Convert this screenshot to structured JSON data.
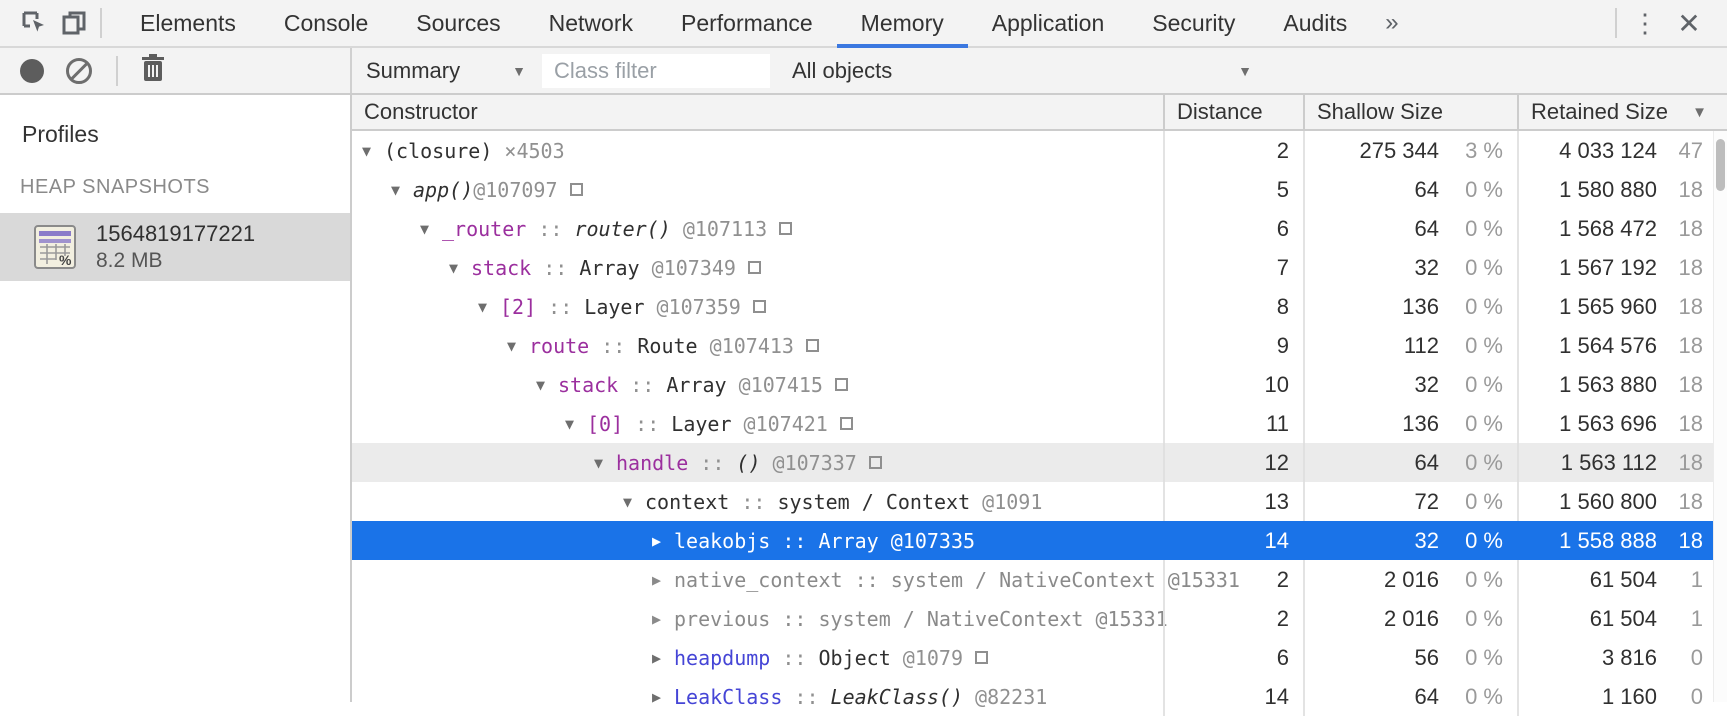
{
  "colors": {
    "tab_accent": "#3b78e0",
    "selection_bg": "#1a73e8",
    "hover_bg": "#ebebeb",
    "purple_name": "#9b2f9e",
    "blue_name": "#4545d6",
    "gray_dim": "#8a8a8a",
    "sidebar_selected_bg": "#d9d9d9"
  },
  "tabbar": {
    "tabs": [
      {
        "label": "Elements",
        "active": false
      },
      {
        "label": "Console",
        "active": false
      },
      {
        "label": "Sources",
        "active": false
      },
      {
        "label": "Network",
        "active": false
      },
      {
        "label": "Performance",
        "active": false
      },
      {
        "label": "Memory",
        "active": true
      },
      {
        "label": "Application",
        "active": false
      },
      {
        "label": "Security",
        "active": false
      },
      {
        "label": "Audits",
        "active": false
      }
    ],
    "overflow_label": "»",
    "menu_glyph": "⋮",
    "close_glyph": "✕"
  },
  "toolbar": {
    "profiling_view_label": "Summary",
    "class_filter_placeholder": "Class filter",
    "object_scope_label": "All objects",
    "dropdown_arrow": "▼"
  },
  "sidebar": {
    "title": "Profiles",
    "section_label": "HEAP SNAPSHOTS",
    "snapshot": {
      "name": "1564819177221",
      "size": "8.2 MB",
      "selected": true
    }
  },
  "grid": {
    "columns": {
      "constructor": "Constructor",
      "distance": "Distance",
      "shallow": "Shallow Size",
      "retained": "Retained Size"
    },
    "sort": {
      "column": "Retained Size",
      "direction": "desc",
      "arrow": "▼"
    },
    "rows": [
      {
        "level": 0,
        "arrow": "down",
        "name": "(closure)",
        "name_style": "black",
        "count": "×4503",
        "distance": "2",
        "shallow": "275 344",
        "shallow_pct": "3 %",
        "retained": "4 033 124",
        "retained_pct": "47",
        "state": "normal",
        "box": false
      },
      {
        "level": 1,
        "arrow": "down",
        "name": "app()",
        "name_style": "black",
        "name_italic": true,
        "id": "@107097",
        "distance": "5",
        "shallow": "64",
        "shallow_pct": "0 %",
        "retained": "1 580 880",
        "retained_pct": "18",
        "state": "normal",
        "box": true
      },
      {
        "level": 2,
        "arrow": "down",
        "name": "_router",
        "name_style": "purple",
        "sep": " :: ",
        "value": "router()",
        "value_italic": true,
        "id": " @107113",
        "distance": "6",
        "shallow": "64",
        "shallow_pct": "0 %",
        "retained": "1 568 472",
        "retained_pct": "18",
        "state": "normal",
        "box": true
      },
      {
        "level": 3,
        "arrow": "down",
        "name": "stack",
        "name_style": "purple",
        "sep": " :: ",
        "value": "Array",
        "id": " @107349",
        "distance": "7",
        "shallow": "32",
        "shallow_pct": "0 %",
        "retained": "1 567 192",
        "retained_pct": "18",
        "state": "normal",
        "box": true
      },
      {
        "level": 4,
        "arrow": "down",
        "name": "[2]",
        "name_style": "purple",
        "sep": " :: ",
        "value": "Layer",
        "id": " @107359",
        "distance": "8",
        "shallow": "136",
        "shallow_pct": "0 %",
        "retained": "1 565 960",
        "retained_pct": "18",
        "state": "normal",
        "box": true
      },
      {
        "level": 5,
        "arrow": "down",
        "name": "route",
        "name_style": "purple",
        "sep": " :: ",
        "value": "Route",
        "id": " @107413",
        "distance": "9",
        "shallow": "112",
        "shallow_pct": "0 %",
        "retained": "1 564 576",
        "retained_pct": "18",
        "state": "normal",
        "box": true
      },
      {
        "level": 6,
        "arrow": "down",
        "name": "stack",
        "name_style": "purple",
        "sep": " :: ",
        "value": "Array",
        "id": " @107415",
        "distance": "10",
        "shallow": "32",
        "shallow_pct": "0 %",
        "retained": "1 563 880",
        "retained_pct": "18",
        "state": "normal",
        "box": true
      },
      {
        "level": 7,
        "arrow": "down",
        "name": "[0]",
        "name_style": "purple",
        "sep": " :: ",
        "value": "Layer",
        "id": " @107421",
        "distance": "11",
        "shallow": "136",
        "shallow_pct": "0 %",
        "retained": "1 563 696",
        "retained_pct": "18",
        "state": "normal",
        "box": true
      },
      {
        "level": 8,
        "arrow": "down",
        "name": "handle",
        "name_style": "purple",
        "sep": " :: ",
        "value": "()",
        "value_italic": true,
        "id": " @107337",
        "distance": "12",
        "shallow": "64",
        "shallow_pct": "0 %",
        "retained": "1 563 112",
        "retained_pct": "18",
        "state": "hover",
        "box": true
      },
      {
        "level": 9,
        "arrow": "down",
        "name": "context",
        "name_style": "black",
        "sep": " :: ",
        "value": "system / Context",
        "id": " @1091",
        "distance": "13",
        "shallow": "72",
        "shallow_pct": "0 %",
        "retained": "1 560 800",
        "retained_pct": "18",
        "state": "normal",
        "box": false
      },
      {
        "level": 10,
        "arrow": "right",
        "name": "leakobjs",
        "name_style": "black",
        "sep": " :: ",
        "value": "Array",
        "id": " @107335",
        "distance": "14",
        "shallow": "32",
        "shallow_pct": "0 %",
        "retained": "1 558 888",
        "retained_pct": "18",
        "state": "selected",
        "box": false
      },
      {
        "level": 10,
        "arrow": "right",
        "name": "native_context",
        "name_style": "gray",
        "sep": " :: ",
        "value": "system / NativeContext",
        "id": " @15331",
        "distance": "2",
        "shallow": "2 016",
        "shallow_pct": "0 %",
        "retained": "61 504",
        "retained_pct": "1",
        "state": "normal",
        "box": false,
        "dim_all": true
      },
      {
        "level": 10,
        "arrow": "right",
        "name": "previous",
        "name_style": "gray",
        "sep": " :: ",
        "value": "system / NativeContext",
        "id": " @15331",
        "distance": "2",
        "shallow": "2 016",
        "shallow_pct": "0 %",
        "retained": "61 504",
        "retained_pct": "1",
        "state": "normal",
        "box": false,
        "dim_all": true
      },
      {
        "level": 10,
        "arrow": "right",
        "name": "heapdump",
        "name_style": "blue",
        "sep": " :: ",
        "value": "Object",
        "id": " @1079",
        "distance": "6",
        "shallow": "56",
        "shallow_pct": "0 %",
        "retained": "3 816",
        "retained_pct": "0",
        "state": "normal",
        "box": true
      },
      {
        "level": 10,
        "arrow": "right",
        "name": "LeakClass",
        "name_style": "blue",
        "sep": " :: ",
        "value": "LeakClass()",
        "value_italic": true,
        "id": " @82231",
        "distance": "14",
        "shallow": "64",
        "shallow_pct": "0 %",
        "retained": "1 160",
        "retained_pct": "0",
        "state": "normal",
        "box": false
      }
    ]
  }
}
